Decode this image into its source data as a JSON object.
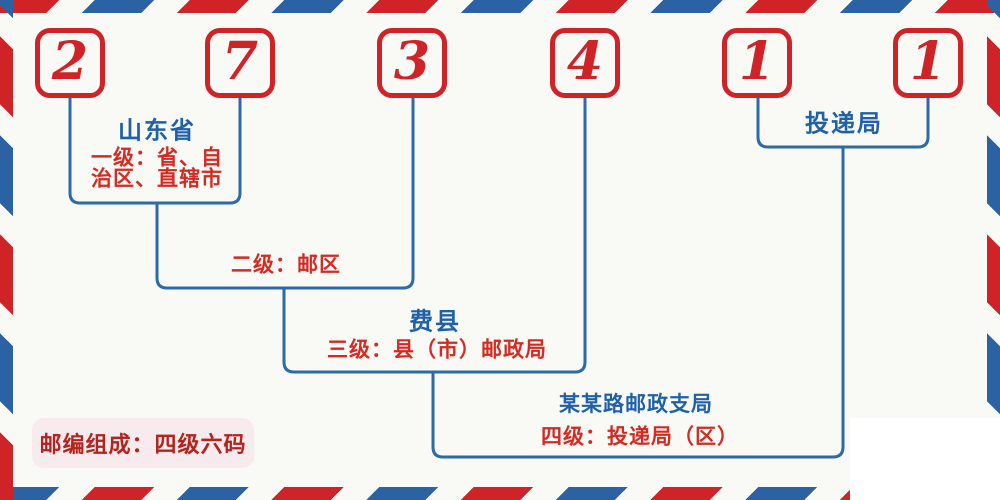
{
  "postal_code": {
    "value": "273411",
    "digits": [
      "2",
      "7",
      "3",
      "4",
      "1",
      "1"
    ]
  },
  "labels": {
    "level1": {
      "region": "山东省",
      "line1": "一级：省、自",
      "line2": "治区、直辖市"
    },
    "level2": {
      "text": "二级：邮区"
    },
    "level3": {
      "region": "费县",
      "text": "三级：县（市）邮政局"
    },
    "level4": {
      "office": "某某路邮政支局",
      "text": "四级：投递局（区）"
    },
    "delivery": {
      "text": "投递局"
    },
    "badge": {
      "text": "邮编组成：四级六码"
    }
  },
  "colors": {
    "stripe_red": "#cf2328",
    "stripe_blue": "#2b62a3",
    "digit_red": "#cf2328",
    "label_red": "#d42a22",
    "label_blue": "#1f61a8",
    "line_blue": "#2d6ba8",
    "badge_bg": "#f7ebed",
    "badge_text": "#b3231f",
    "background": "#f9f9f6"
  }
}
